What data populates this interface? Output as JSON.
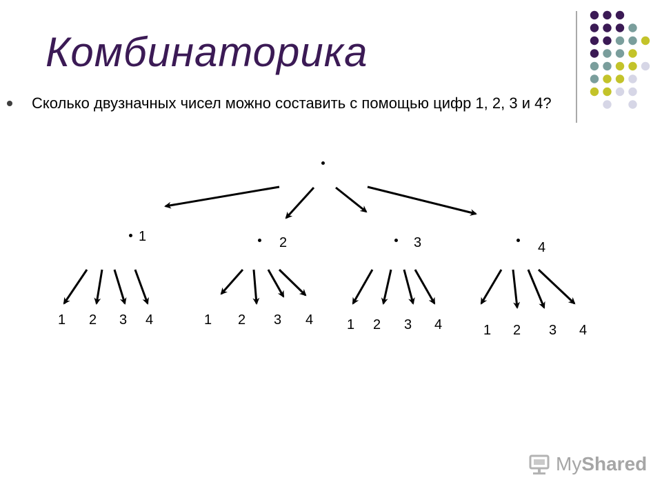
{
  "slide": {
    "title": "Комбинаторика",
    "question": "Сколько двузначных чисел можно составить с помощью цифр 1, 2, 3 и 4?"
  },
  "tree": {
    "first_level": [
      "1",
      "2",
      "3",
      "4"
    ],
    "second_level": [
      [
        "1",
        "2",
        "3",
        "4"
      ],
      [
        "1",
        "2",
        "3",
        "4"
      ],
      [
        "1",
        "2",
        "3",
        "4"
      ],
      [
        "1",
        "2",
        "3",
        "4"
      ]
    ]
  },
  "decor": {
    "colors": {
      "title": "#3b1a55",
      "purple": "#3b1a55",
      "teal": "#7a9e9c",
      "yellow_green": "#c3c32a",
      "lavender": "#d6d6e6"
    },
    "dot_grid": [
      [
        "purple",
        "purple",
        "purple",
        null
      ],
      [
        "purple",
        "purple",
        "purple",
        "teal"
      ],
      [
        "purple",
        "purple",
        "teal",
        "teal",
        "yellow_green"
      ],
      [
        "purple",
        "teal",
        "teal",
        "yellow_green"
      ],
      [
        "teal",
        "teal",
        "yellow_green",
        "yellow_green",
        "lavender"
      ],
      [
        "teal",
        "yellow_green",
        "yellow_green",
        "lavender"
      ],
      [
        "yellow_green",
        "yellow_green",
        "lavender",
        "lavender"
      ],
      [
        null,
        "lavender",
        null,
        "lavender"
      ]
    ]
  },
  "watermark": {
    "text_a": "My",
    "text_b": "Shared",
    "icon": "projector-icon"
  }
}
